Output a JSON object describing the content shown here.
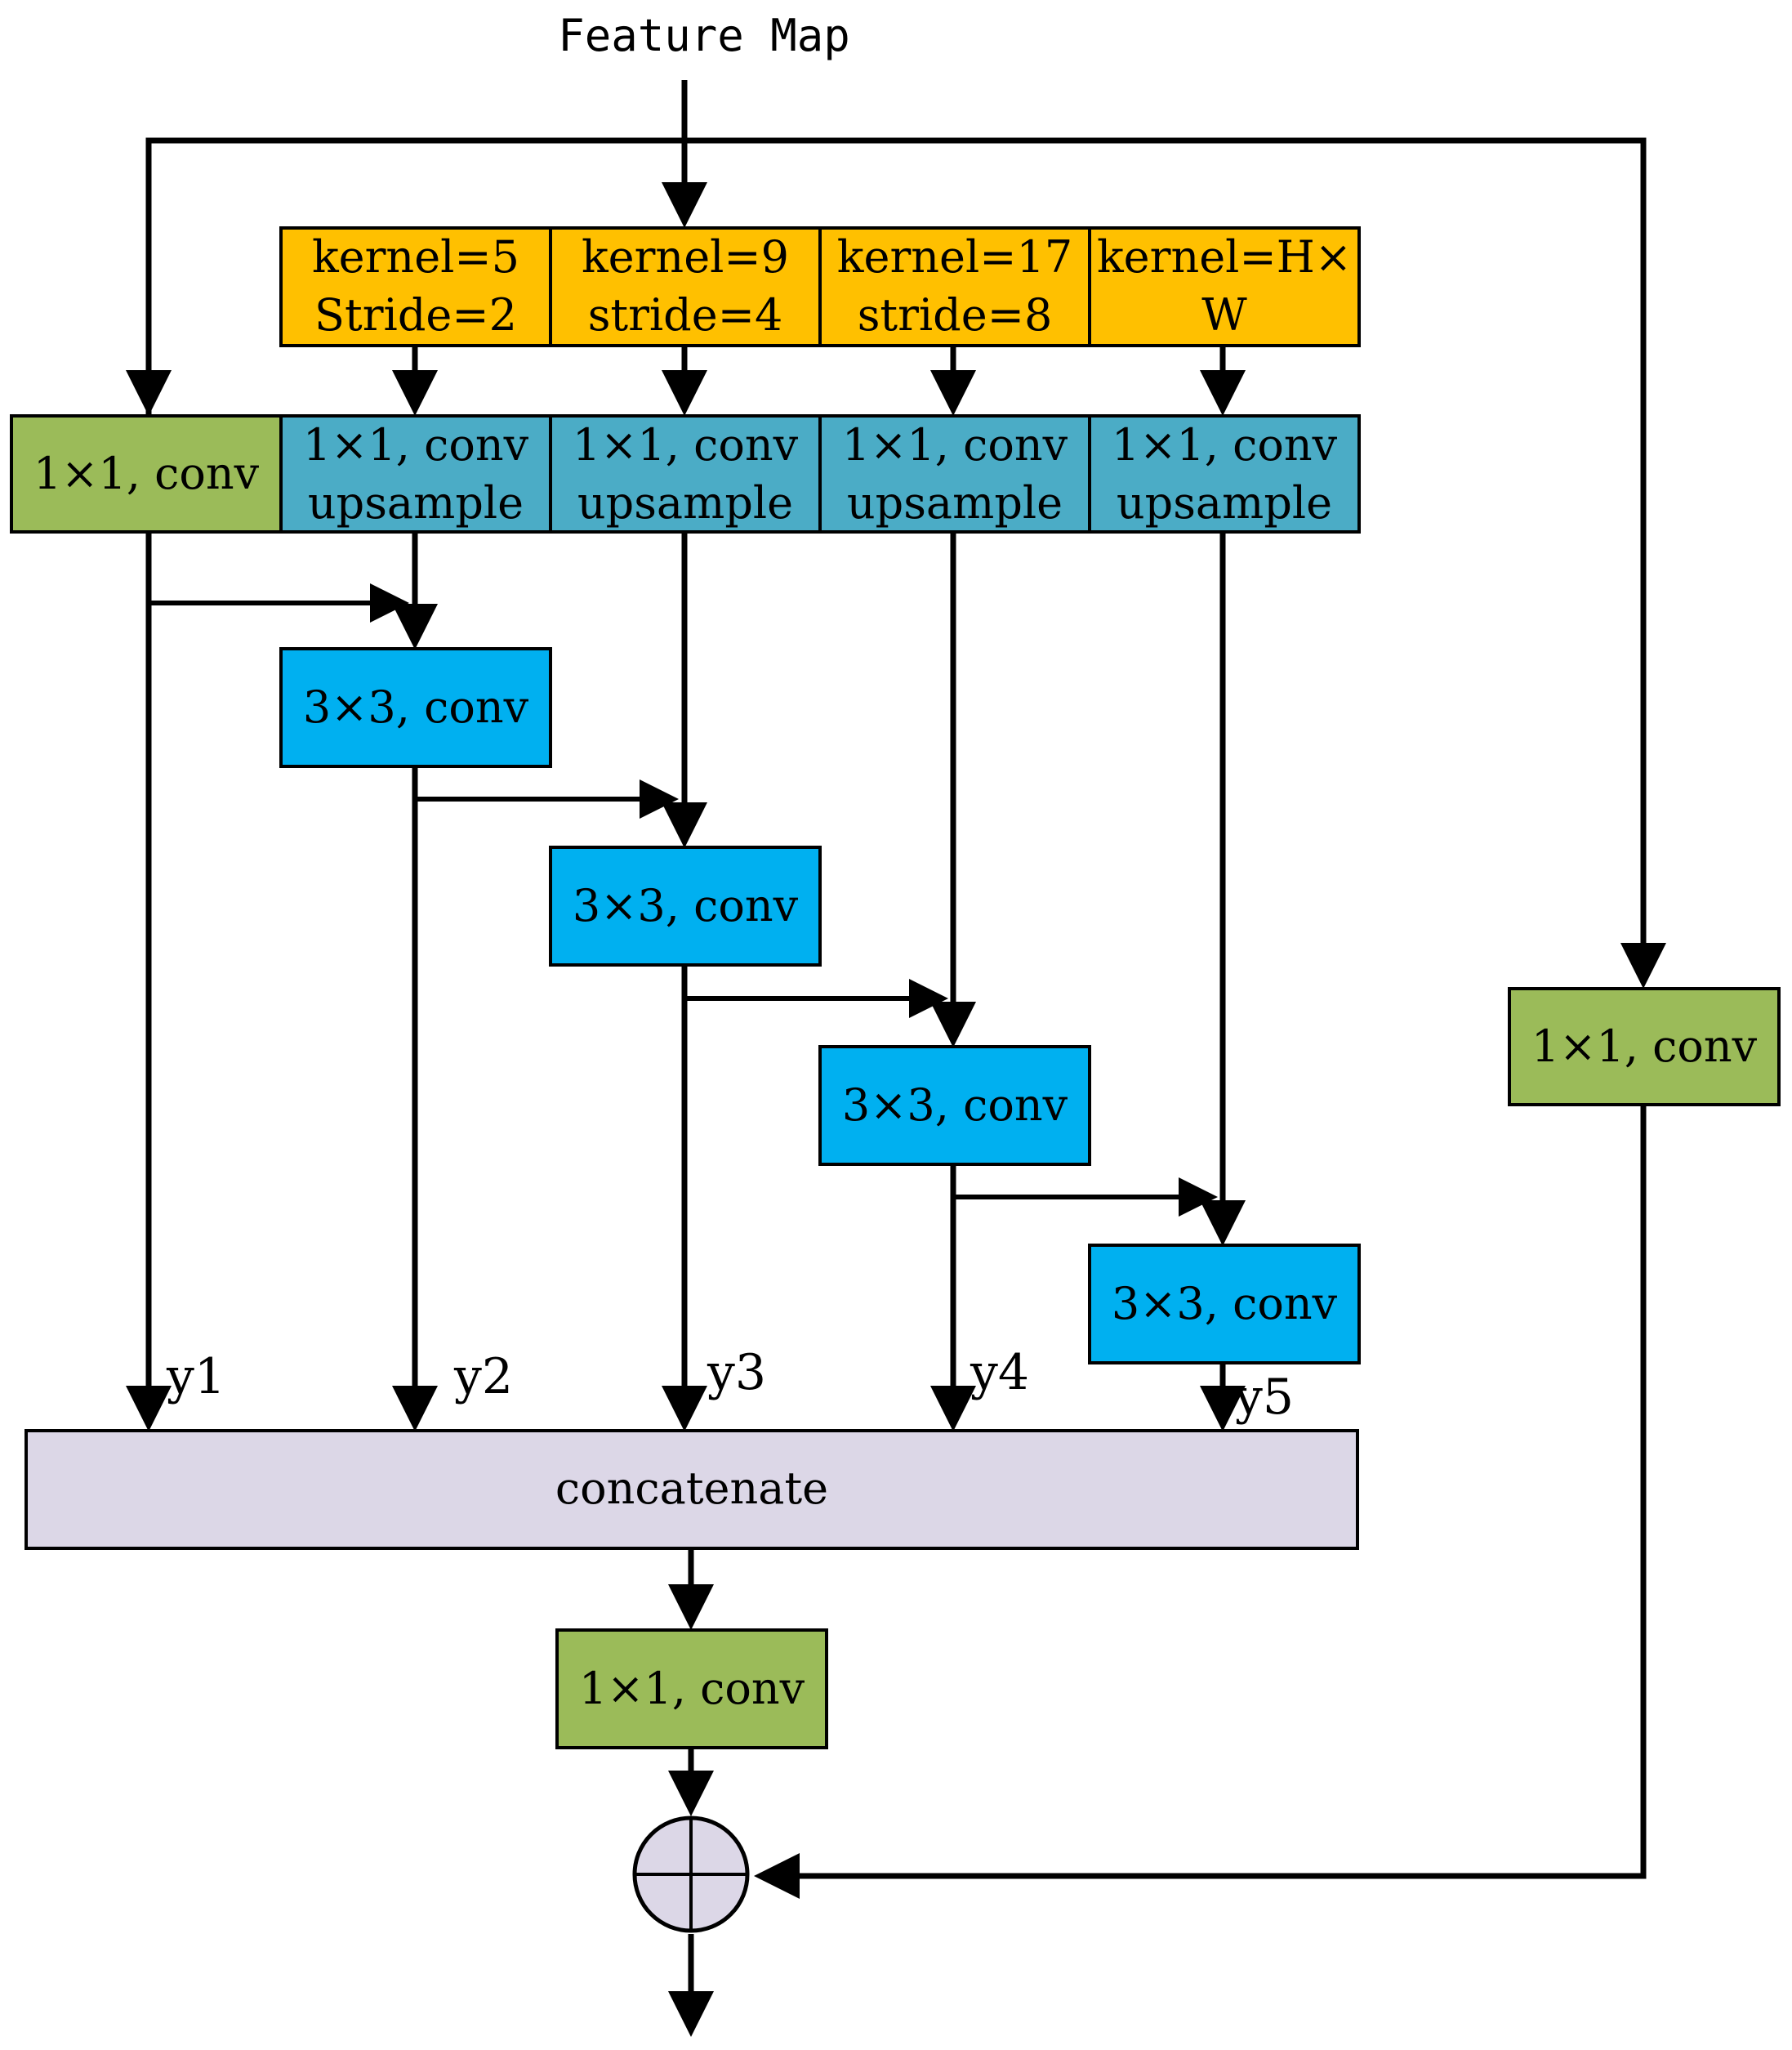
{
  "title": "Feature Map",
  "colors": {
    "pool": "#ffc000",
    "upsample": "#4bacc6",
    "conv1x1": "#9bbb59",
    "conv3x3": "#00b0f0",
    "concat": "#dcd7e7",
    "sum": "#dcd7e7"
  },
  "pool_boxes": [
    {
      "line1": "kernel=5",
      "line2": "Stride=2"
    },
    {
      "line1": "kernel=9",
      "line2": "stride=4"
    },
    {
      "line1": "kernel=17",
      "line2": "stride=8"
    },
    {
      "line1": "kernel=H×",
      "line2": "W"
    }
  ],
  "branch_conv_label": "1×1, conv",
  "upsample_boxes": [
    {
      "line1": "1×1, conv",
      "line2": "upsample"
    },
    {
      "line1": "1×1, conv",
      "line2": "upsample"
    },
    {
      "line1": "1×1, conv",
      "line2": "upsample"
    },
    {
      "line1": "1×1, conv",
      "line2": "upsample"
    }
  ],
  "conv3x3_boxes": [
    "3×3, conv",
    "3×3, conv",
    "3×3, conv",
    "3×3, conv"
  ],
  "outputs": [
    "y1",
    "y2",
    "y3",
    "y4",
    "y5"
  ],
  "concat_label": "concatenate",
  "post_conv_label": "1×1, conv",
  "shortcut_conv_label": "1×1, conv",
  "sum_icon": "circle-plus-icon"
}
